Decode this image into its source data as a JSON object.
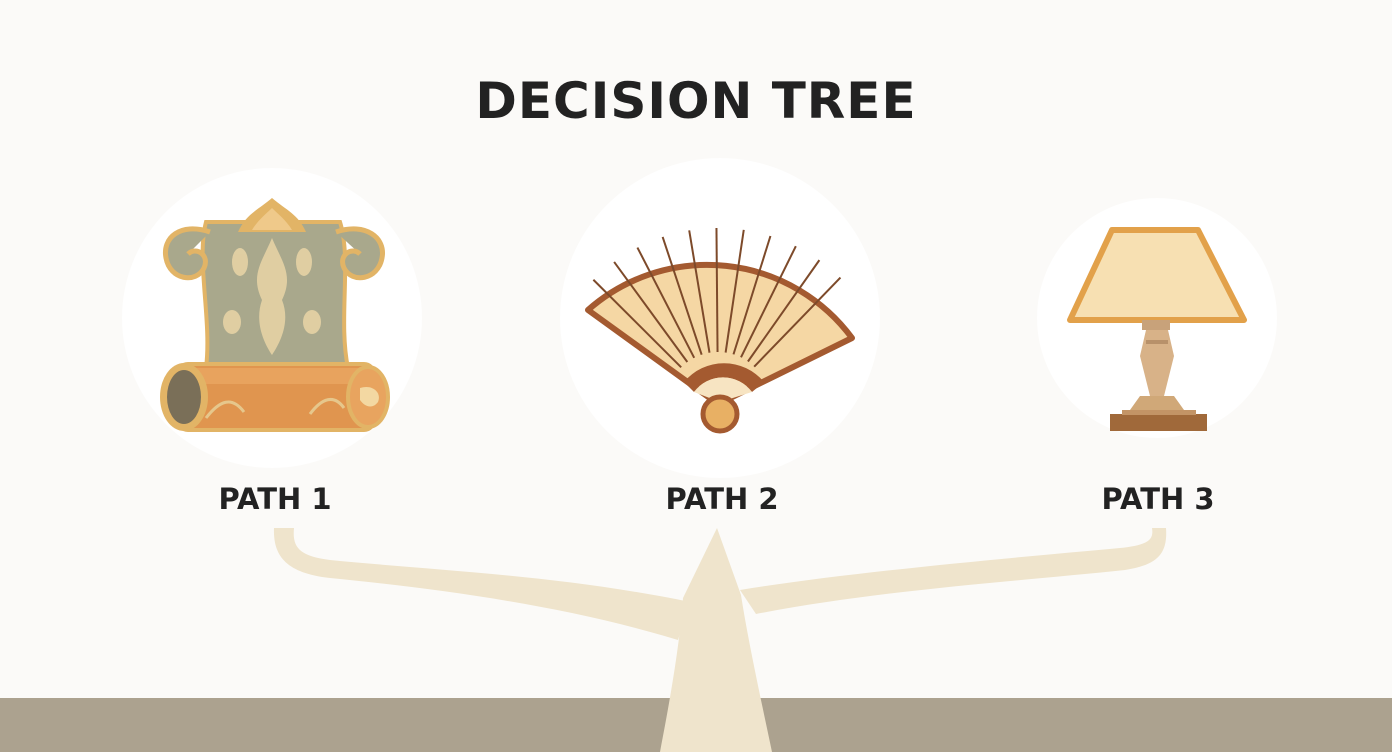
{
  "title": "DECISION TREE",
  "paths": [
    {
      "label": "PATH 1",
      "icon": "scroll-icon"
    },
    {
      "label": "PATH 2",
      "icon": "folding-fan-icon"
    },
    {
      "label": "PATH 3",
      "icon": "table-lamp-icon"
    }
  ],
  "colors": {
    "background": "#fbfaf8",
    "ground": "#aca28f",
    "trunk": "#efe4cc",
    "text": "#222222",
    "gold": "#e2b466",
    "brown": "#a45a30"
  }
}
